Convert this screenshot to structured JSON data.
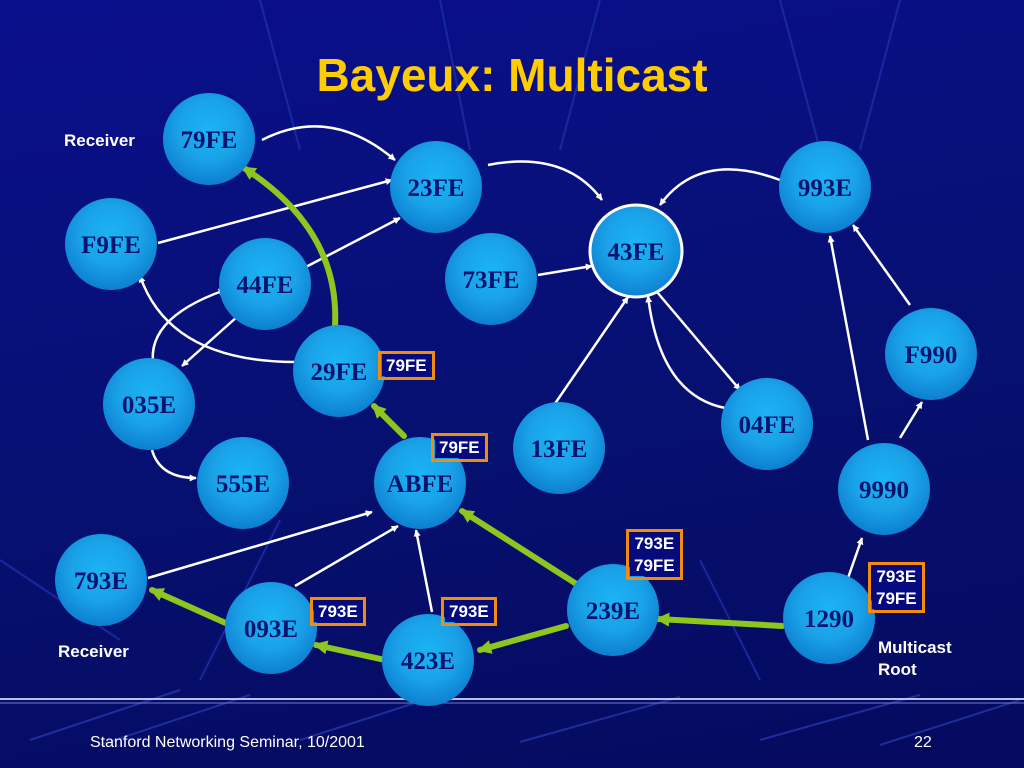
{
  "slide": {
    "title": "Bayeux: Multicast",
    "footer": "Stanford Networking Seminar, 10/2001",
    "page_number": "22",
    "labels": {
      "receiver_top": "Receiver",
      "receiver_bottom": "Receiver",
      "root": "Multicast Root"
    }
  },
  "nodes": {
    "n79FE": "79FE",
    "n23FE": "23FE",
    "n993E": "993E",
    "nF9FE": "F9FE",
    "n43FE": "43FE",
    "n44FE": "44FE",
    "n73FE": "73FE",
    "nF990": "F990",
    "n29FE": "29FE",
    "n035E": "035E",
    "n04FE": "04FE",
    "n13FE": "13FE",
    "nABFE": "ABFE",
    "n9990": "9990",
    "n555E": "555E",
    "n793E": "793E",
    "n239E": "239E",
    "n1290": "1290",
    "n093E": "093E",
    "n423E": "423E"
  },
  "tags": {
    "t29FE": [
      "79FE"
    ],
    "tABFE": [
      "79FE"
    ],
    "t239E": [
      "793E",
      "79FE"
    ],
    "t1290": [
      "793E",
      "79FE"
    ],
    "t093E": [
      "793E"
    ],
    "t423E": [
      "793E"
    ]
  },
  "colors": {
    "background": "#061070",
    "title": "#ffcc00",
    "node_fill": "#1aaef0",
    "node_label": "#061470",
    "arrow": "#ffffff",
    "multicast_path": "#8cc61e",
    "tag_border": "#f28c0f"
  }
}
